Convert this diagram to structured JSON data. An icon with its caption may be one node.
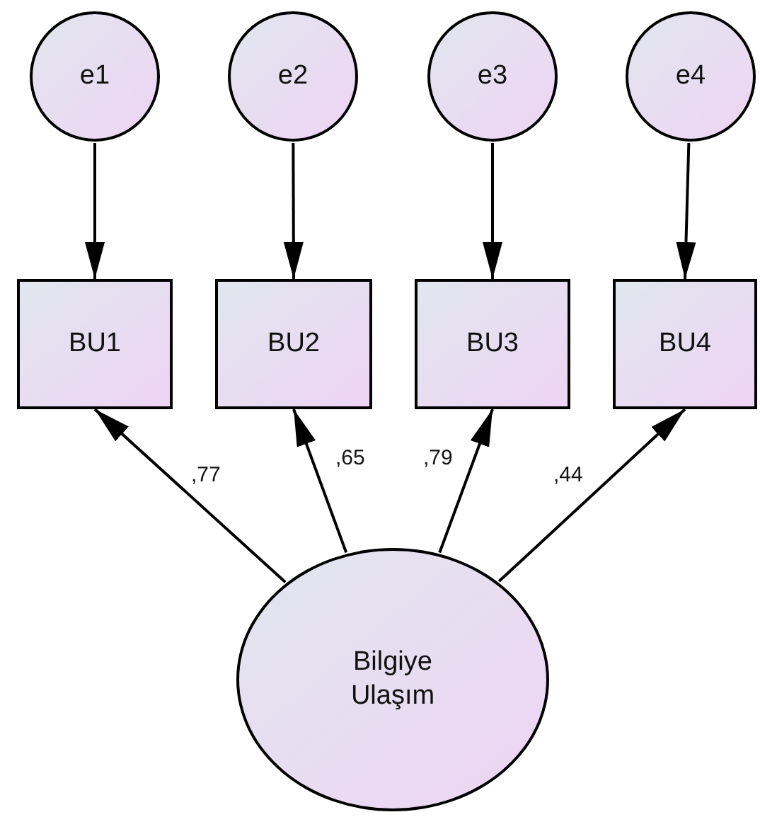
{
  "diagram": {
    "nodes": [
      {
        "text": [
          "e1"
        ]
      },
      {
        "text": [
          "e2"
        ]
      },
      {
        "text": [
          "e3"
        ]
      },
      {
        "text": [
          "e4"
        ]
      },
      {
        "text": [
          "BU1"
        ]
      },
      {
        "text": [
          "BU2"
        ]
      },
      {
        "text": [
          "BU3"
        ]
      },
      {
        "text": [
          "BU4"
        ]
      },
      {
        "text": [
          "Bilgiye Ulaşım"
        ]
      }
    ],
    "edges": [
      {
        "from": 0,
        "to": 4,
        "arrow": "to"
      },
      {
        "from": 1,
        "to": 5,
        "arrow": "to"
      },
      {
        "from": 2,
        "to": 6,
        "arrow": "to"
      },
      {
        "from": 3,
        "to": 7,
        "arrow": "to"
      },
      {
        "from": 8,
        "to": 4,
        "arrow": "to",
        "label": ",77"
      },
      {
        "from": 8,
        "to": 5,
        "arrow": "to",
        "label": ",65"
      },
      {
        "from": 8,
        "to": 6,
        "arrow": "to",
        "label": ",79"
      },
      {
        "from": 8,
        "to": 7,
        "arrow": "to",
        "label": ",44"
      }
    ]
  }
}
